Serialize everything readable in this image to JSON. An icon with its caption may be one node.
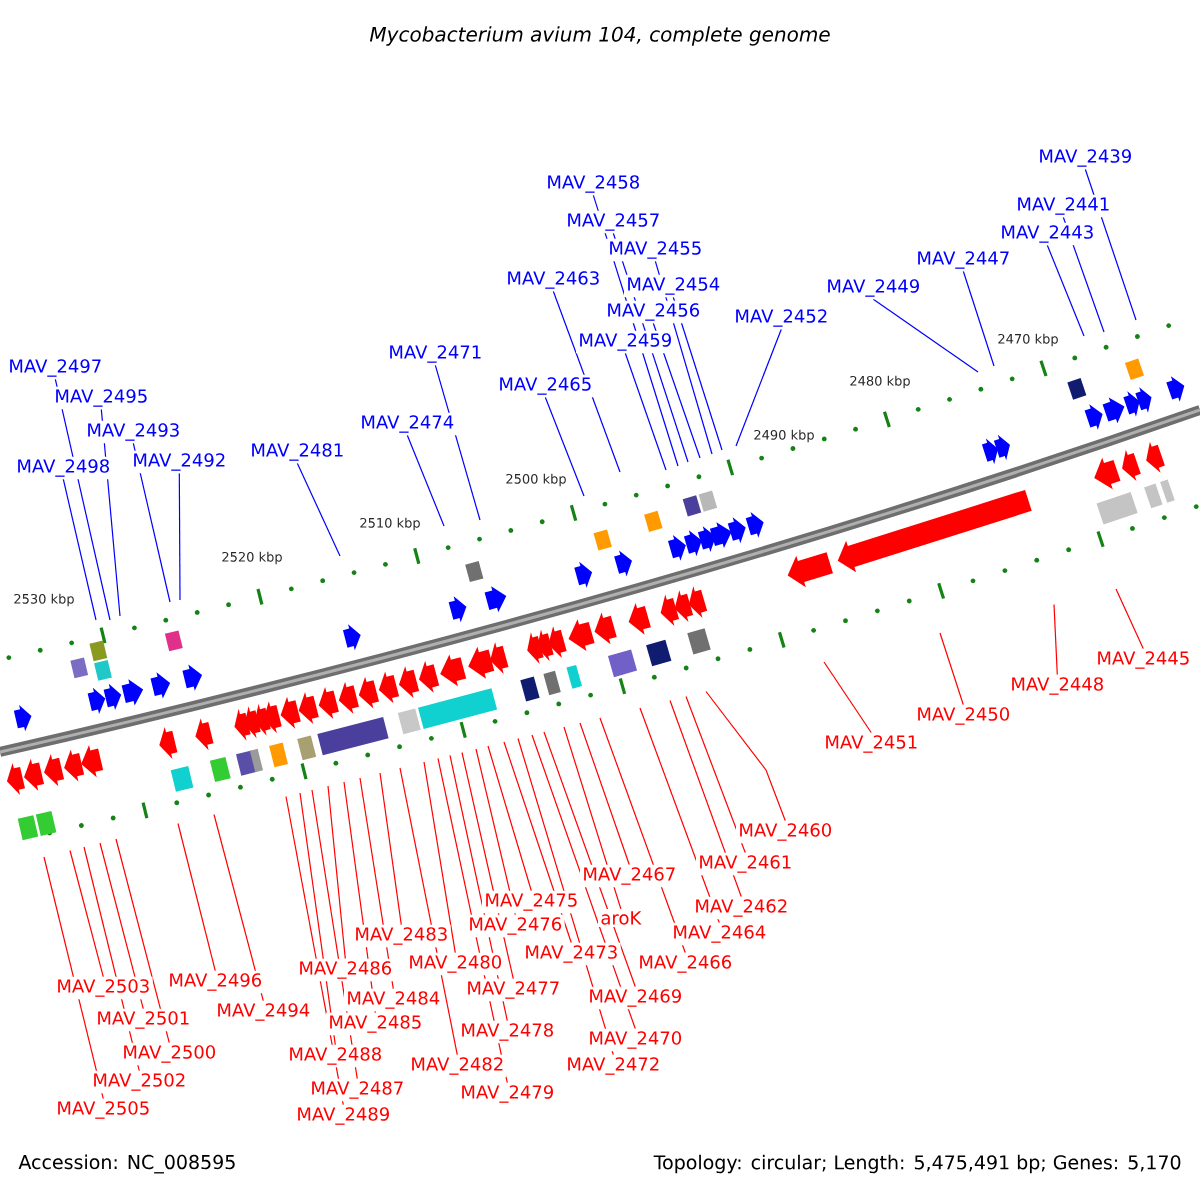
{
  "diagram": {
    "title": "Mycobacterium avium 104, complete genome",
    "nodes": [
      {
        "text": [
          "MAV_2439"
        ]
      },
      {
        "text": [
          "MAV_2458"
        ]
      },
      {
        "text": [
          "MAV_2441"
        ]
      },
      {
        "text": [
          "MAV_2457"
        ]
      },
      {
        "text": [
          "MAV_2443"
        ]
      },
      {
        "text": [
          "MAV_2455"
        ]
      },
      {
        "text": [
          "MAV_2447"
        ]
      },
      {
        "text": [
          "MAV_2463"
        ]
      },
      {
        "text": [
          "MAV_2454"
        ]
      },
      {
        "text": [
          "MAV_2449"
        ]
      },
      {
        "text": [
          "MAV_2456"
        ]
      },
      {
        "text": [
          "MAV_2452"
        ]
      },
      {
        "text": [
          "MAV_2459"
        ]
      },
      {
        "text": [
          "MAV_2471"
        ]
      },
      {
        "text": [
          "MAV_2497"
        ]
      },
      {
        "text": [
          "MAV_2465"
        ]
      },
      {
        "text": [
          "MAV_2495"
        ]
      },
      {
        "text": [
          "MAV_2474"
        ]
      },
      {
        "text": [
          "MAV_2493"
        ]
      },
      {
        "text": [
          "MAV_2481"
        ]
      },
      {
        "text": [
          "MAV_2492"
        ]
      },
      {
        "text": [
          "MAV_2498"
        ]
      },
      {
        "text": [
          "MAV_2445"
        ]
      },
      {
        "text": [
          "MAV_2448"
        ]
      },
      {
        "text": [
          "MAV_2450"
        ]
      },
      {
        "text": [
          "MAV_2451"
        ]
      },
      {
        "text": [
          "MAV_2460"
        ]
      },
      {
        "text": [
          "MAV_2461"
        ]
      },
      {
        "text": [
          "MAV_2467"
        ]
      },
      {
        "text": [
          "MAV_2475"
        ]
      },
      {
        "text": [
          "MAV_2462"
        ]
      },
      {
        "text": [
          "aroK"
        ]
      },
      {
        "text": [
          "MAV_2476"
        ]
      },
      {
        "text": [
          "MAV_2464"
        ]
      },
      {
        "text": [
          "MAV_2483"
        ]
      },
      {
        "text": [
          "MAV_2473"
        ]
      },
      {
        "text": [
          "MAV_2480"
        ]
      },
      {
        "text": [
          "MAV_2466"
        ]
      },
      {
        "text": [
          "MAV_2486"
        ]
      },
      {
        "text": [
          "MAV_2496"
        ]
      },
      {
        "text": [
          "MAV_2503"
        ]
      },
      {
        "text": [
          "MAV_2477"
        ]
      },
      {
        "text": [
          "MAV_2469"
        ]
      },
      {
        "text": [
          "MAV_2484"
        ]
      },
      {
        "text": [
          "MAV_2494"
        ]
      },
      {
        "text": [
          "MAV_2501"
        ]
      },
      {
        "text": [
          "MAV_2485"
        ]
      },
      {
        "text": [
          "MAV_2478"
        ]
      },
      {
        "text": [
          "MAV_2470"
        ]
      },
      {
        "text": [
          "MAV_2500"
        ]
      },
      {
        "text": [
          "MAV_2488"
        ]
      },
      {
        "text": [
          "MAV_2482"
        ]
      },
      {
        "text": [
          "MAV_2472"
        ]
      },
      {
        "text": [
          "MAV_2502"
        ]
      },
      {
        "text": [
          "MAV_2487"
        ]
      },
      {
        "text": [
          "MAV_2479"
        ]
      },
      {
        "text": [
          "MAV_2505"
        ]
      },
      {
        "text": [
          "MAV_2489"
        ]
      }
    ],
    "edges": [
      {
        "from": 0,
        "to": null,
        "arrow": "none",
        "color": "#0000ff"
      },
      {
        "from": 1,
        "to": null,
        "arrow": "none",
        "color": "#0000ff"
      },
      {
        "from": 2,
        "to": null,
        "arrow": "none",
        "color": "#0000ff"
      },
      {
        "from": 3,
        "to": null,
        "arrow": "none",
        "color": "#0000ff"
      },
      {
        "from": 4,
        "to": null,
        "arrow": "none",
        "color": "#0000ff"
      },
      {
        "from": 5,
        "to": null,
        "arrow": "none",
        "color": "#0000ff"
      },
      {
        "from": 6,
        "to": null,
        "arrow": "none",
        "color": "#0000ff"
      },
      {
        "from": 7,
        "to": null,
        "arrow": "none",
        "color": "#0000ff"
      },
      {
        "from": 8,
        "to": null,
        "arrow": "none",
        "color": "#0000ff"
      },
      {
        "from": 9,
        "to": null,
        "arrow": "none",
        "color": "#0000ff"
      },
      {
        "from": 10,
        "to": null,
        "arrow": "none",
        "color": "#0000ff"
      },
      {
        "from": 11,
        "to": null,
        "arrow": "none",
        "color": "#0000ff"
      },
      {
        "from": 12,
        "to": null,
        "arrow": "none",
        "color": "#0000ff"
      },
      {
        "from": 13,
        "to": null,
        "arrow": "none",
        "color": "#0000ff"
      },
      {
        "from": 14,
        "to": null,
        "arrow": "none",
        "color": "#0000ff"
      },
      {
        "from": 15,
        "to": null,
        "arrow": "none",
        "color": "#0000ff"
      },
      {
        "from": 16,
        "to": null,
        "arrow": "none",
        "color": "#0000ff"
      },
      {
        "from": 17,
        "to": null,
        "arrow": "none",
        "color": "#0000ff"
      },
      {
        "from": 18,
        "to": null,
        "arrow": "none",
        "color": "#0000ff"
      },
      {
        "from": 19,
        "to": null,
        "arrow": "none",
        "color": "#0000ff"
      },
      {
        "from": 20,
        "to": null,
        "arrow": "none",
        "color": "#0000ff"
      },
      {
        "from": 21,
        "to": null,
        "arrow": "none",
        "color": "#0000ff"
      },
      {
        "from": 22,
        "to": null,
        "arrow": "none"
      },
      {
        "from": 23,
        "to": null,
        "arrow": "none"
      },
      {
        "from": 24,
        "to": null,
        "arrow": "none"
      },
      {
        "from": 25,
        "to": null,
        "arrow": "none"
      },
      {
        "from": 26,
        "to": null,
        "arrow": "none"
      },
      {
        "from": 27,
        "to": null,
        "arrow": "none"
      },
      {
        "from": 28,
        "to": null,
        "arrow": "none"
      },
      {
        "from": 29,
        "to": null,
        "arrow": "none"
      },
      {
        "from": 30,
        "to": null,
        "arrow": "none"
      },
      {
        "from": 31,
        "to": null,
        "arrow": "none"
      },
      {
        "from": 32,
        "to": null,
        "arrow": "none"
      },
      {
        "from": 33,
        "to": null,
        "arrow": "none"
      },
      {
        "from": 34,
        "to": null,
        "arrow": "none"
      },
      {
        "from": 35,
        "to": null,
        "arrow": "none"
      },
      {
        "from": 36,
        "to": null,
        "arrow": "none"
      },
      {
        "from": 37,
        "to": null,
        "arrow": "none"
      },
      {
        "from": 38,
        "to": null,
        "arrow": "none"
      },
      {
        "from": 39,
        "to": null,
        "arrow": "none"
      },
      {
        "from": 40,
        "to": null,
        "arrow": "none"
      },
      {
        "from": 41,
        "to": null,
        "arrow": "none"
      },
      {
        "from": 42,
        "to": null,
        "arrow": "none"
      },
      {
        "from": 43,
        "to": null,
        "arrow": "none"
      },
      {
        "from": 44,
        "to": null,
        "arrow": "none"
      },
      {
        "from": 45,
        "to": null,
        "arrow": "none"
      },
      {
        "from": 46,
        "to": null,
        "arrow": "none"
      },
      {
        "from": 47,
        "to": null,
        "arrow": "none"
      },
      {
        "from": 48,
        "to": null,
        "arrow": "none"
      },
      {
        "from": 49,
        "to": null,
        "arrow": "none"
      },
      {
        "from": 50,
        "to": null,
        "arrow": "none"
      },
      {
        "from": 51,
        "to": null,
        "arrow": "none"
      },
      {
        "from": 52,
        "to": null,
        "arrow": "none"
      },
      {
        "from": 53,
        "to": null,
        "arrow": "none"
      },
      {
        "from": 54,
        "to": null,
        "arrow": "none"
      },
      {
        "from": 55,
        "to": null,
        "arrow": "none"
      },
      {
        "from": 56,
        "to": null,
        "arrow": "none"
      },
      {
        "from": 57,
        "to": null,
        "arrow": "none"
      }
    ],
    "labels": [
      "2470 kbp",
      "2480 kbp",
      "2490 kbp",
      "2500 kbp",
      "2510 kbp",
      "2520 kbp",
      "2530 kbp",
      "Accession: NC_008595",
      "Topology: circular; Length: 5,475,491 bp; Genes: 5,170"
    ]
  }
}
